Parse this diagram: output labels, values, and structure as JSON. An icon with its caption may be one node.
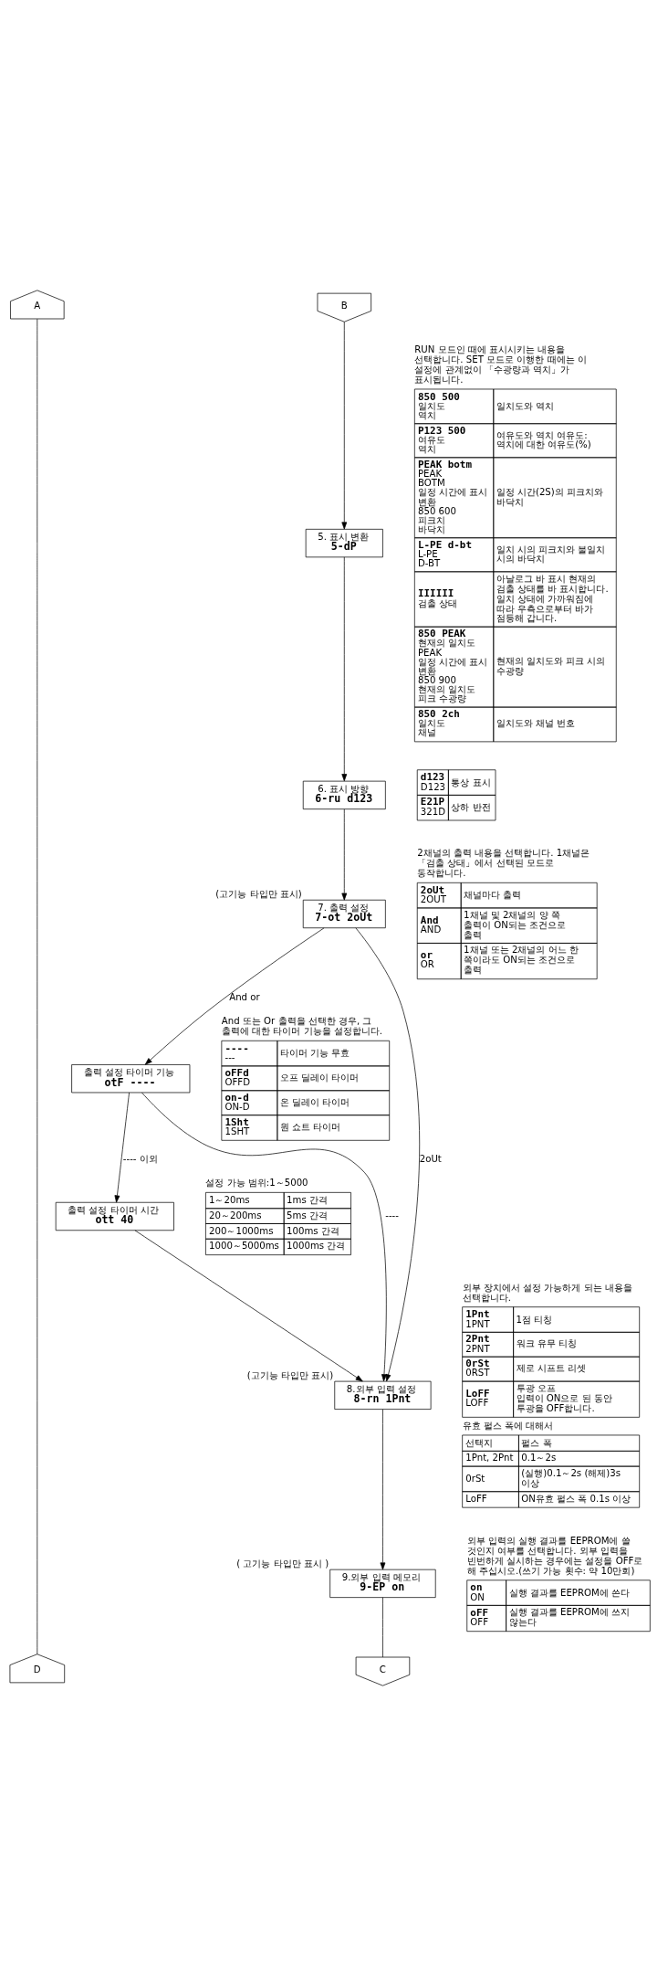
{
  "diagram": {
    "nodes": [
      {
        "text": [
          "A"
        ]
      },
      {
        "text": [
          "B"
        ]
      },
      {
        "text": [
          "5. 표시 변환",
          "5-dP"
        ]
      },
      {
        "text": [
          "6. 표시 방향",
          "6-ru d123"
        ]
      },
      {
        "text": [
          "7. 출력 설정",
          "7-ot 2oUt"
        ],
        "beside": [
          "(고기능 타입만 표시)"
        ]
      },
      {
        "text": [
          "출력 설정 타이머 기능",
          "otF ----"
        ]
      },
      {
        "text": [
          "출력 설정 타이머 시간",
          "ott 40"
        ]
      },
      {
        "text": [
          "8.외부 입력 설정",
          "8-rn 1Pnt"
        ],
        "beside": [
          "(고기능 타입만 표시)"
        ]
      },
      {
        "text": [
          "9.외부 입력 메모리",
          "9-EP on"
        ],
        "beside": [
          "( 고기능 타입만 표시 )"
        ]
      },
      {
        "text": [
          "D"
        ]
      },
      {
        "text": [
          "C"
        ]
      }
    ],
    "edges": [
      {
        "from": 0,
        "to": 9,
        "arrow": "none"
      },
      {
        "from": 1,
        "to": 2,
        "arrow": "to"
      },
      {
        "from": 2,
        "to": 3,
        "arrow": "to"
      },
      {
        "from": 3,
        "to": 4,
        "arrow": "to"
      },
      {
        "from": 4,
        "to": 5,
        "arrow": "to",
        "label": "And or"
      },
      {
        "from": 4,
        "to": 7,
        "arrow": "to",
        "label": "2oUt"
      },
      {
        "from": 5,
        "to": 7,
        "arrow": "to",
        "label": "----"
      },
      {
        "from": 5,
        "to": 6,
        "arrow": "to",
        "label": "---- 이외"
      },
      {
        "from": 6,
        "to": 7,
        "arrow": "to"
      },
      {
        "from": 7,
        "to": 8,
        "arrow": "to"
      },
      {
        "from": 8,
        "to": 10,
        "arrow": "none"
      }
    ],
    "labels": [
      "RUN 모드인 때에 표시시키는 내용을 선택합니다. SET 모드로 이행한 때에는 이 설정에 관계없이 「수광량과 역치」가 표시됩니다.",
      "850 500",
      "일치도",
      "역치",
      "일치도와 역치",
      "P123 500",
      "여유도",
      "역치",
      "여유도와 역치 여유도: 역치에 대한 여유도(%)",
      "PEAK botm",
      "PEAK",
      "BOTM",
      "일정 시간에 표시 변환",
      "850 600",
      "피크치",
      "바닥치",
      "일정 시간(2S)의 피크치와 바닥치",
      "L-PE d-bt",
      "L-PE",
      "D-BT",
      "일치 시의 피크치와 불일치 시의 바닥치",
      "IIIIII",
      "검출 상태",
      "아날로그 바 표시 현재의 검출 상태를 바 표시합니다. 일치 상태에 가까워짐에 따라 우측으로부터 바가 점등해 갑니다.",
      "850 PEAK",
      "현재의 일치도",
      "PEAK",
      "일정 시간에 표시 변환",
      "850 900",
      "현재의 일치도",
      "피크 수광량",
      "현재의 일치도와 피크 시의 수광량",
      "850 2ch",
      "일치도",
      "채널",
      "일치도와 채널 번호",
      "d123",
      "D123",
      "통상 표시",
      "E21P",
      "321D",
      "상하 반전",
      "2채널의 출력 내용을 선택합니다. 1채널은 「검출 상태」에서 선택된 모드로 동작합니다.",
      "2oUt",
      "2OUT",
      "채널마다 출력",
      "And",
      "AND",
      "1채널 및 2채널의 양 쪽 출력이 ON되는 조건으로 출력",
      "or",
      "OR",
      "1채널 또는 2채널의 어느 한 쪽이라도 ON되는 조건으로 출력",
      "And 또는 Or 출력을 선택한 경우, 그 출력에 대한 타이머 기능을 설정합니다.",
      "----",
      "---",
      "타이머 기능 무효",
      "oFFd",
      "OFFD",
      "오프 딜레이 타이머",
      "on-d",
      "ON-D",
      "온 딜레이 타이머",
      "1Sht",
      "1SHT",
      "원 쇼트 타이머",
      "설정 가능 범위:1～5000",
      "1～20ms",
      "1ms 간격",
      "20～200ms",
      "5ms 간격",
      "200～1000ms",
      "100ms 간격",
      "1000～5000ms",
      "1000ms 간격",
      "외부 장치에서 설정 가능하게 되는 내용을 선택합니다.",
      "1Pnt",
      "1PNT",
      "1점 티칭",
      "2Pnt",
      "2PNT",
      "워크 유무 티칭",
      "0rSt",
      "0RST",
      "제로 시프트 리셋",
      "LoFF",
      "LOFF",
      "투광 오프",
      "입력이 ON으로 된 동안 투광을 OFF합니다.",
      "유효 펄스 폭에 대해서",
      "선택지",
      "펄스 폭",
      "1Pnt, 2Pnt",
      "0.1～2s",
      "0rSt",
      "(실행)0.1～2s (해제)3s 이상",
      "LoFF",
      "ON유효 펄스 폭 0.1s 이상",
      "외부 입력의 실행 결과를 EEPROM에 쓸 것인지 여부를 선택합니다. 외부 입력을 빈번하게 실시하는 경우에는 설정을 OFF로 해 주십시오.(쓰기 가능 횟수: 약 10만회)",
      "on",
      "ON",
      "실행 결과를 EEPROM에 쓴다",
      "oFF",
      "OFF",
      "실행 결과를 EEPROM에 쓰지 않는다"
    ]
  }
}
